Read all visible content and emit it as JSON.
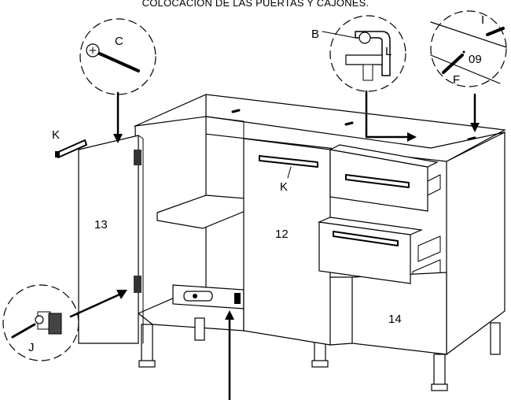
{
  "title": "COLOCACION DE LAS PUERTAS Y CAJONES.",
  "labels": {
    "C": "C",
    "B": "B",
    "L": "L",
    "I": "I",
    "code09": "09",
    "F": "F",
    "K_left": "K",
    "K_handle": "K",
    "J": "J",
    "door_left": "13",
    "door_center": "12",
    "door_bottom_right": "14"
  }
}
